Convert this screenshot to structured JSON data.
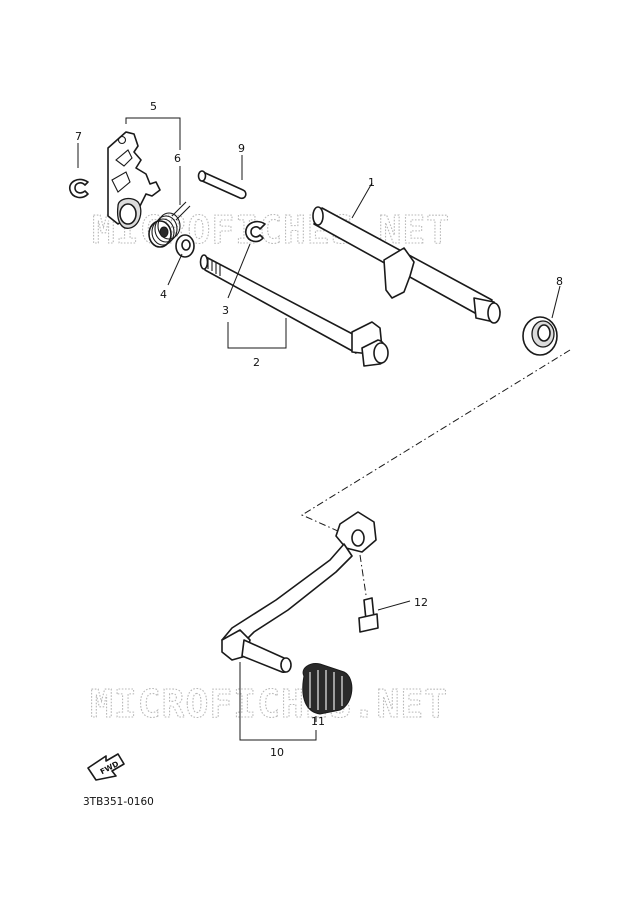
{
  "diagram": {
    "code": "3TB351-0160",
    "fwd_label": "FWD",
    "watermark": "MICROFICHES.NET",
    "callouts": {
      "n1": "1",
      "n2": "2",
      "n3": "3",
      "n4": "4",
      "n5": "5",
      "n6": "6",
      "n7": "7",
      "n8": "8",
      "n9": "9",
      "n10": "10",
      "n11": "11",
      "n12": "12"
    }
  }
}
